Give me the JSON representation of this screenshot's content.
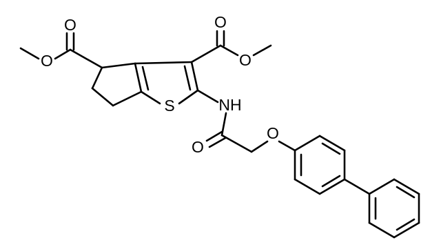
{
  "structure": {
    "atom_labels": {
      "o1": "O",
      "o2": "O",
      "o3": "O",
      "o4": "O",
      "s1": "S",
      "nh": "NH",
      "o5": "O",
      "o6": "O"
    }
  },
  "colors": {
    "bond": "#000000",
    "background": "#ffffff"
  }
}
